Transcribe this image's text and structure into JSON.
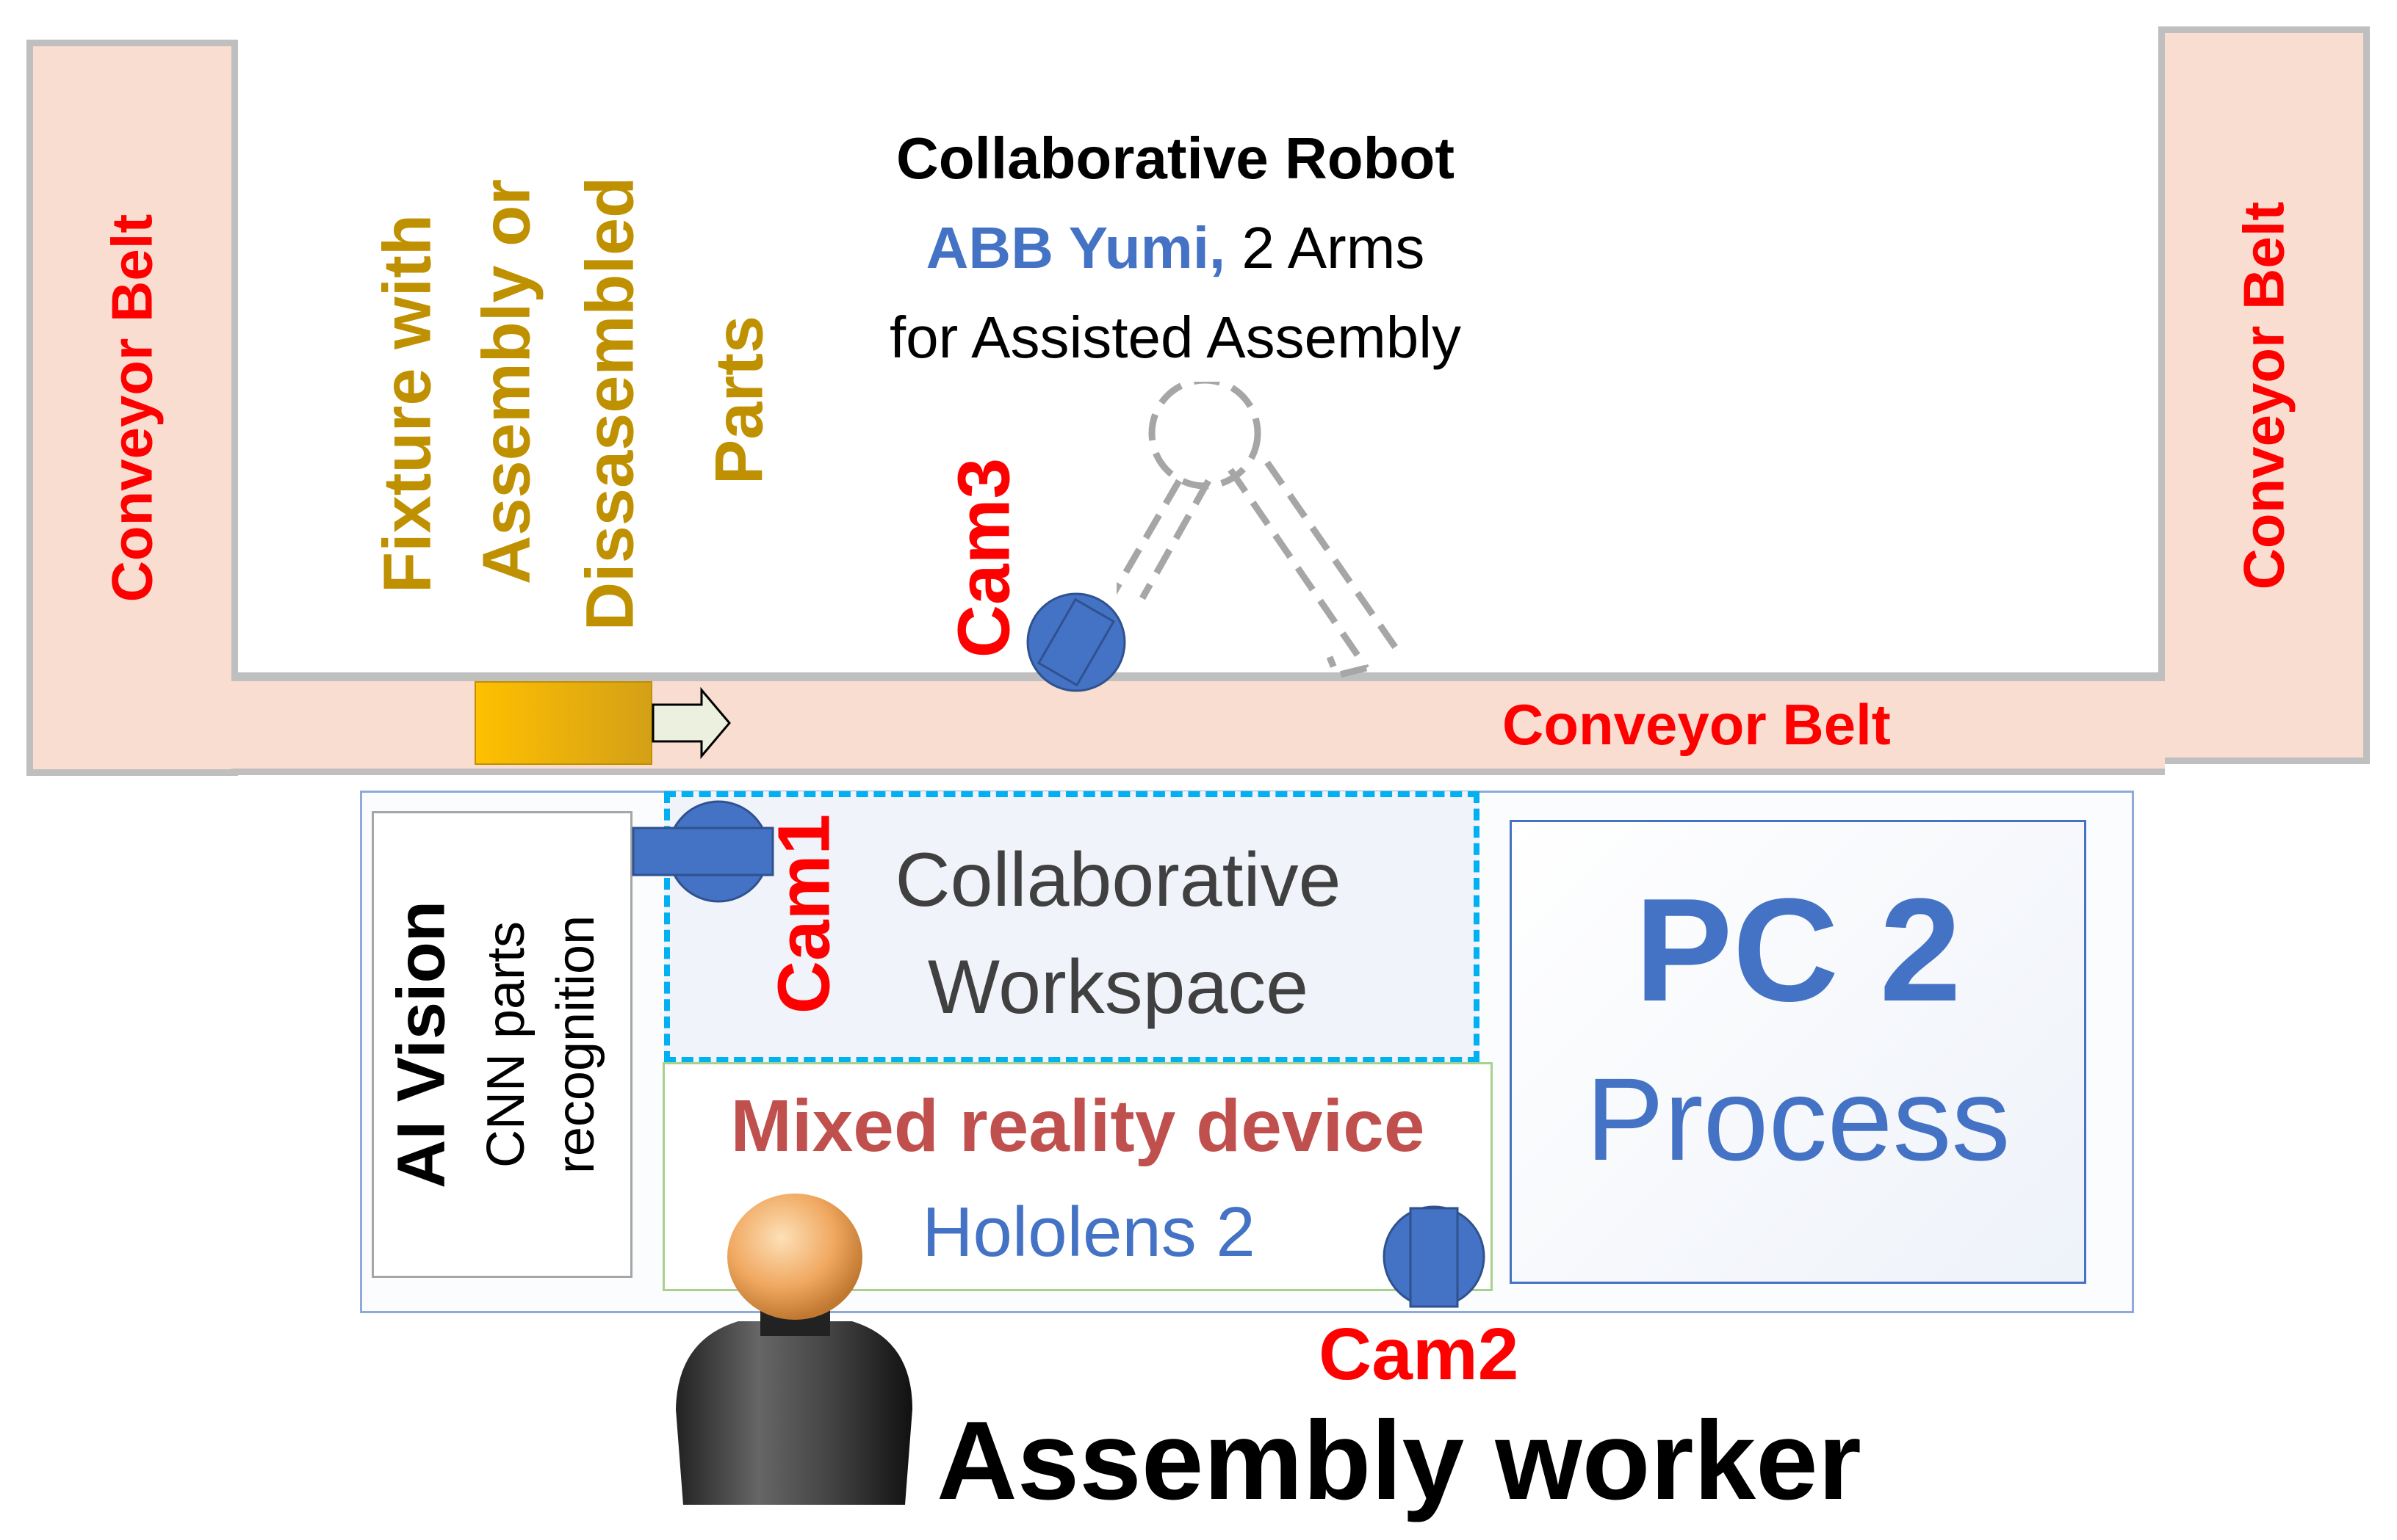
{
  "conveyor_belt_left": "Conveyor Belt",
  "conveyor_belt_right": "Conveyor Belt",
  "conveyor_belt_bottom": "Conveyor Belt",
  "fixture": {
    "line1": "Fixture with",
    "line2": "Assembly or",
    "line3": "Dissasembled",
    "line4": "Parts"
  },
  "robot": {
    "title": "Collaborative Robot",
    "model": "ABB Yumi,",
    "arms": " 2 Arms",
    "purpose": "for Assisted Assembly"
  },
  "cameras": {
    "cam1": "Cam1",
    "cam2": "Cam2",
    "cam3": "Cam3"
  },
  "ai_vision": {
    "title": "AI Vision",
    "line1": "CNN parts",
    "line2": "recognition"
  },
  "workspace": {
    "line1": "Collaborative",
    "line2": "Workspace"
  },
  "mixed_reality": {
    "title": "Mixed reality device",
    "device": "Hololens 2"
  },
  "pc": {
    "title": "PC 2",
    "subtitle": "Process"
  },
  "worker": "Assembly worker",
  "colors": {
    "belt_fill": "#f8ddd0",
    "belt_border": "#bfbfbf",
    "label_red": "#ff0000",
    "label_gold": "#bf9000",
    "accent_blue": "#4472c4",
    "mixed_reality_red": "#c0504d",
    "fixture_yellow": "#ffc000",
    "workspace_dash": "#00b0f0"
  },
  "icons": [
    "camera-icon",
    "robot-arm-icon",
    "worker-icon",
    "arrow-right-icon"
  ]
}
